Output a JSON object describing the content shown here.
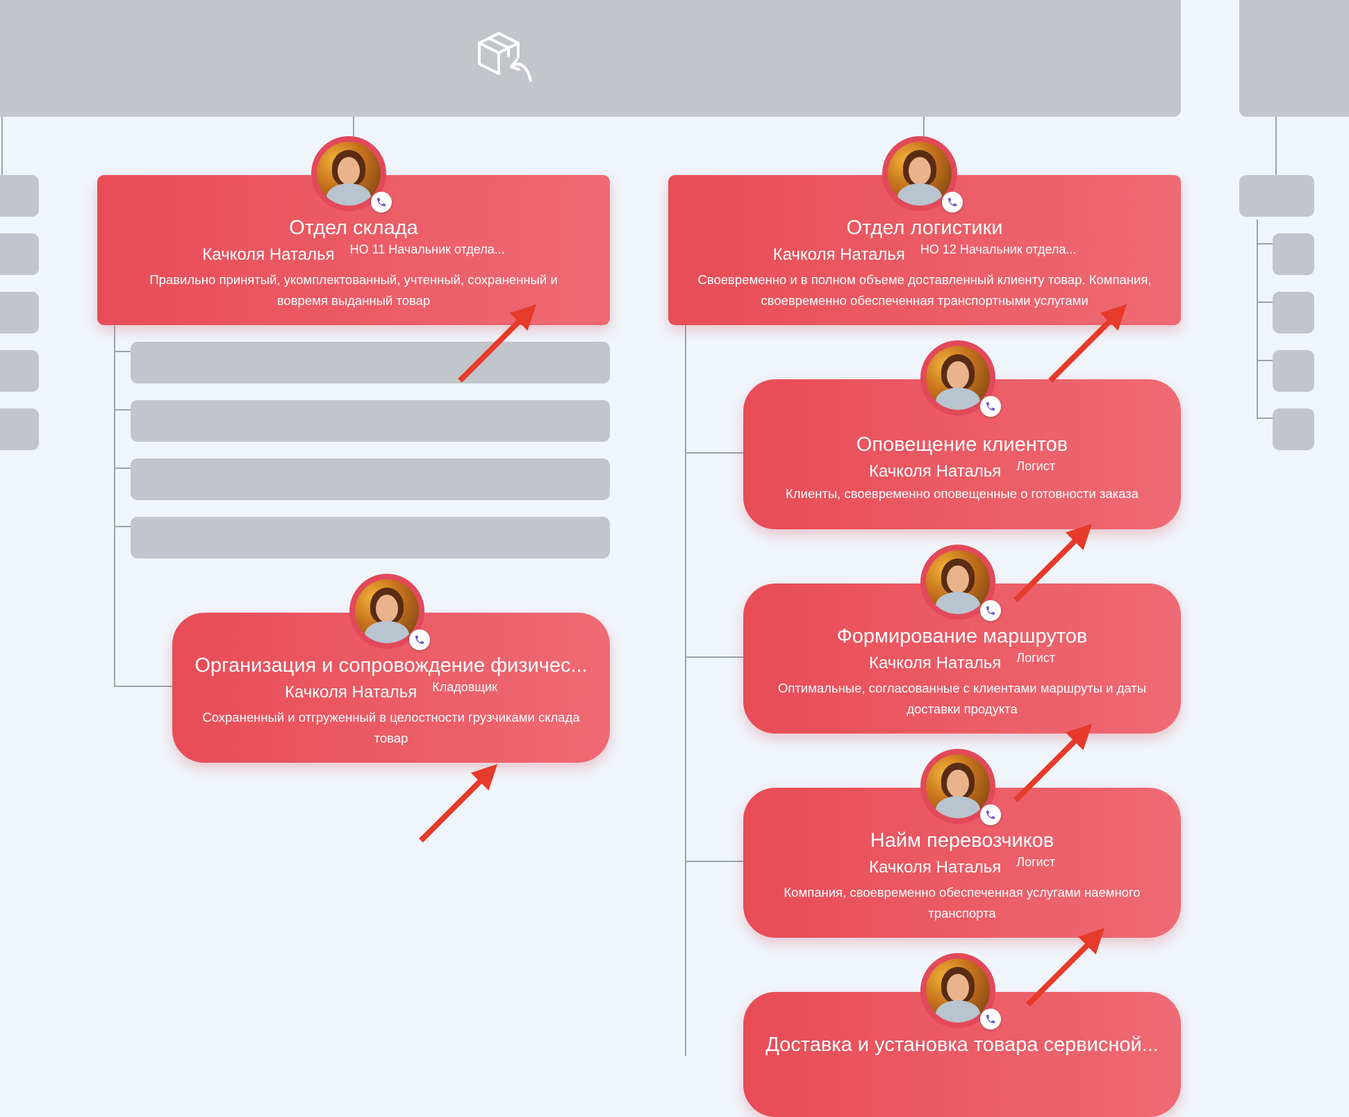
{
  "cards": [
    {
      "title": "Отдел склада",
      "name": "Качколя Наталья",
      "role": "НО 11 Начальник отдела...",
      "desc": "Правильно принятый, укомплектованный, учтенный, сохраненный и вовремя выданный товар"
    },
    {
      "title": "Отдел логистики",
      "name": "Качколя Наталья",
      "role": "НО 12 Начальник отдела...",
      "desc": "Своевременно и в полном объеме доставленный клиенту товар. Компания, своевременно обеспеченная транспортными услугами"
    },
    {
      "title": "Организация и сопровождение физичес...",
      "name": "Качколя Наталья",
      "role": "Кладовщик",
      "desc": "Сохраненный и отгруженный в целостности грузчиками склада товар"
    },
    {
      "title": "Оповещение клиентов",
      "name": "Качколя Наталья",
      "role": "Логист",
      "desc": "Клиенты, своевременно оповещенные о готовности заказа"
    },
    {
      "title": "Формирование маршрутов",
      "name": "Качколя Наталья",
      "role": "Логист",
      "desc": "Оптимальные, согласованные с клиентами маршруты и даты доставки продукта"
    },
    {
      "title": "Найм перевозчиков",
      "name": "Качколя Наталья",
      "role": "Логист",
      "desc": "Компания, своевременно обеспеченная услугами наемного транспорта"
    },
    {
      "title": "Доставка и установка товара сервисной...",
      "name": "",
      "role": "",
      "desc": ""
    }
  ],
  "icons": {
    "header": "box-return-icon",
    "phone": "phone-icon",
    "arrow": "red-arrow-icon"
  },
  "colors": {
    "card_start": "#e84c57",
    "card_end": "#ee6a74",
    "placeholder": "#c2c5ca",
    "background": "#f0f5fb",
    "arrow": "#e63a2a",
    "connector": "#9da4ad"
  }
}
